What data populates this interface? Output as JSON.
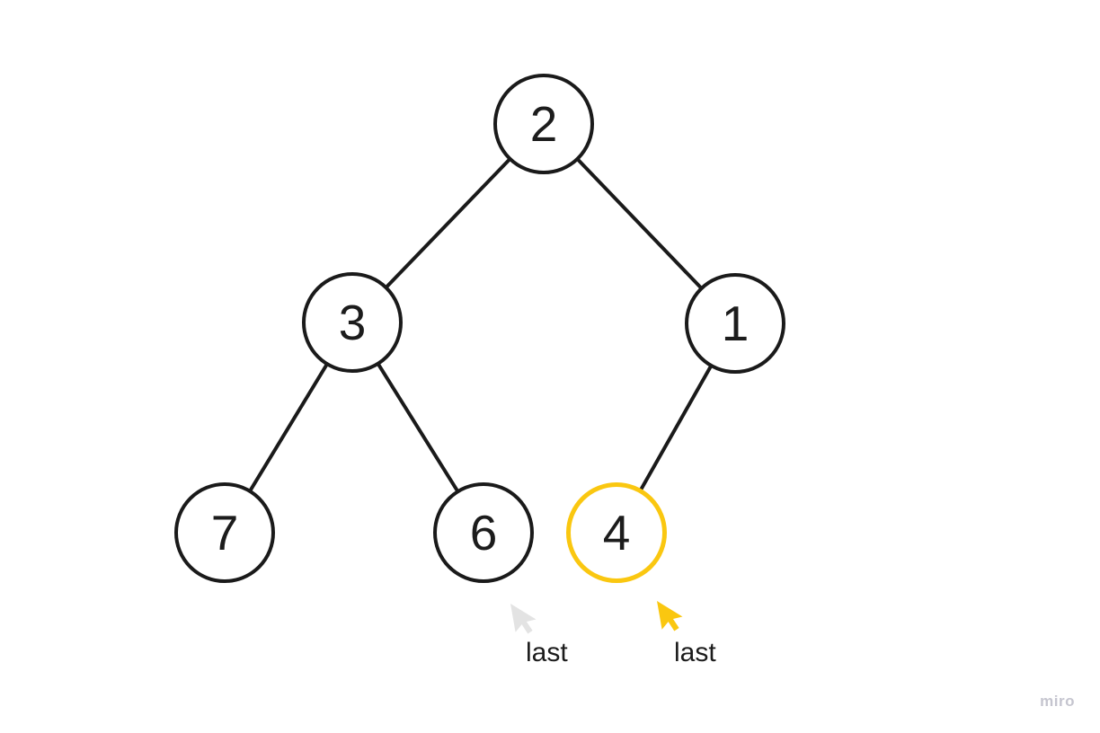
{
  "app": {
    "watermark": "miro"
  },
  "diagram": {
    "type": "binary-tree",
    "nodes": [
      {
        "value": "2",
        "highlighted": false
      },
      {
        "value": "3",
        "highlighted": false
      },
      {
        "value": "1",
        "highlighted": false
      },
      {
        "value": "7",
        "highlighted": false
      },
      {
        "value": "6",
        "highlighted": false
      },
      {
        "value": "4",
        "highlighted": true
      }
    ],
    "edges": [
      [
        "2",
        "3"
      ],
      [
        "2",
        "1"
      ],
      [
        "3",
        "7"
      ],
      [
        "3",
        "6"
      ],
      [
        "1",
        "4"
      ]
    ],
    "colors": {
      "node_stroke": "#1a1a1a",
      "node_fill": "#ffffff",
      "node_text": "#1c1c1c",
      "highlight_stroke": "#fac710"
    }
  },
  "cursors": [
    {
      "label": "last",
      "color": "#e3e3e3"
    },
    {
      "label": "last",
      "color": "#fac710"
    }
  ]
}
